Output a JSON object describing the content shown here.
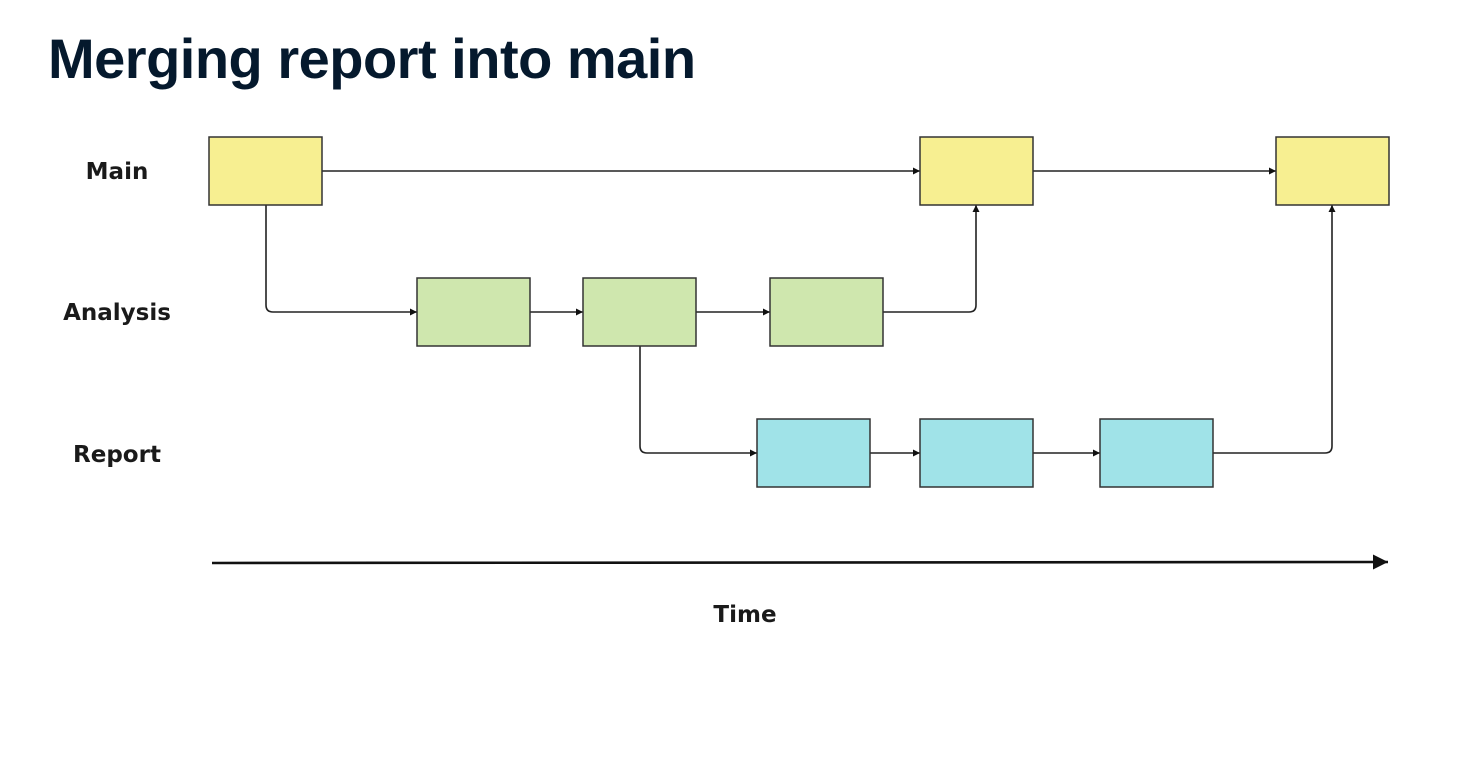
{
  "title": "Merging report into main",
  "branches": {
    "main": {
      "label": "Main",
      "color": "#f7ef91"
    },
    "analysis": {
      "label": "Analysis",
      "color": "#cfe7ae"
    },
    "report": {
      "label": "Report",
      "color": "#a0e3e8"
    }
  },
  "time_axis": {
    "label": "Time"
  }
}
